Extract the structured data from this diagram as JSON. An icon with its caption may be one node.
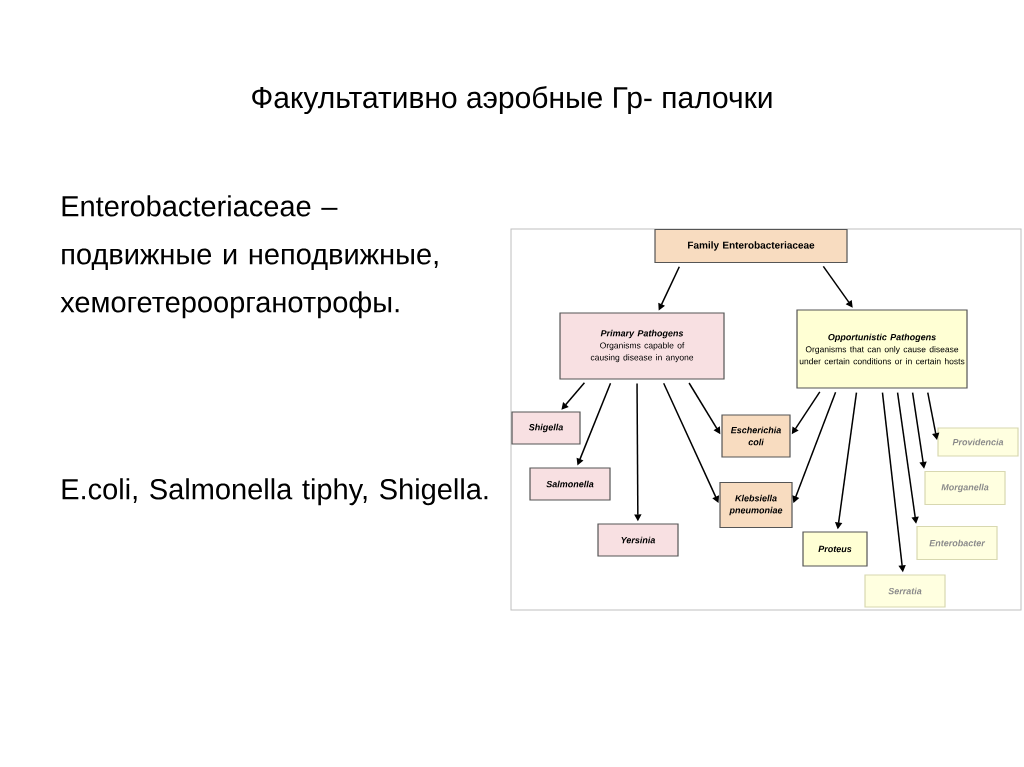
{
  "diagram": {
    "title": "Факультативно аэробные Гр- палочки",
    "nodes": [
      {
        "text": [
          "Family Enterobacteriaceae"
        ]
      },
      {
        "text": [
          "Primary Pathogens",
          "Organisms capable of causing disease in anyone"
        ]
      },
      {
        "text": [
          "Opportunistic Pathogens",
          "Organisms that can only cause disease under certain conditions or in certain hosts"
        ]
      },
      {
        "text": [
          "Shigella"
        ]
      },
      {
        "text": [
          "Salmonella"
        ]
      },
      {
        "text": [
          "Yersinia"
        ]
      },
      {
        "text": [
          "Escherichia coli"
        ]
      },
      {
        "text": [
          "Klebsiella pneumoniae"
        ]
      },
      {
        "text": [
          "Proteus"
        ]
      },
      {
        "text": [
          "Providencia"
        ]
      },
      {
        "text": [
          "Morganella"
        ]
      },
      {
        "text": [
          "Enterobacter"
        ]
      },
      {
        "text": [
          "Serratia"
        ]
      }
    ],
    "edges": [
      {
        "from": 0,
        "to": 1,
        "arrow": "to"
      },
      {
        "from": 0,
        "to": 2,
        "arrow": "to"
      },
      {
        "from": 1,
        "to": 3,
        "arrow": "to"
      },
      {
        "from": 1,
        "to": 4,
        "arrow": "to"
      },
      {
        "from": 1,
        "to": 5,
        "arrow": "to"
      },
      {
        "from": 1,
        "to": 7,
        "arrow": "to"
      },
      {
        "from": 1,
        "to": 6,
        "arrow": "to"
      },
      {
        "from": 2,
        "to": 6,
        "arrow": "to"
      },
      {
        "from": 2,
        "to": 7,
        "arrow": "to"
      },
      {
        "from": 2,
        "to": 8,
        "arrow": "to"
      },
      {
        "from": 2,
        "to": 12,
        "arrow": "to"
      },
      {
        "from": 2,
        "to": 11,
        "arrow": "to"
      },
      {
        "from": 2,
        "to": 10,
        "arrow": "to"
      },
      {
        "from": 2,
        "to": 9,
        "arrow": "to"
      }
    ],
    "labels": [
      "Enterobacteriaceae – подвижные и неподвижные, хемогетероорганотрофы.",
      "E.coli, Salmonella tiphy, Shigella."
    ]
  }
}
